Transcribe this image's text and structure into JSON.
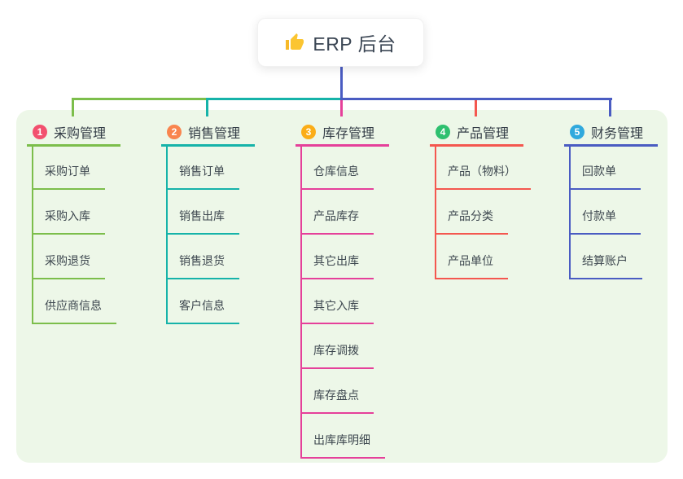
{
  "root": {
    "title": "ERP 后台",
    "icon": "thumbs-up-icon",
    "stem_color": "#4a5cc2"
  },
  "canvas": {
    "background": "#ffffff",
    "panel_color": "#edf7e8"
  },
  "branches": [
    {
      "num": "1",
      "title": "采购管理",
      "badge_color": "#f2506e",
      "line_color": "#7cbe4b",
      "children": [
        "采购订单",
        "采购入库",
        "采购退货",
        "供应商信息"
      ]
    },
    {
      "num": "2",
      "title": "销售管理",
      "badge_color": "#f9854e",
      "line_color": "#16b3a9",
      "children": [
        "销售订单",
        "销售出库",
        "销售退货",
        "客户信息"
      ]
    },
    {
      "num": "3",
      "title": "库存管理",
      "badge_color": "#fbad18",
      "line_color": "#e5409a",
      "children": [
        "仓库信息",
        "产品库存",
        "其它出库",
        "其它入库",
        "库存调拨",
        "库存盘点",
        "出库库明细"
      ]
    },
    {
      "num": "4",
      "title": "产品管理",
      "badge_color": "#2ec06f",
      "line_color": "#f4574f",
      "children": [
        "产品（物料）",
        "产品分类",
        "产品单位"
      ]
    },
    {
      "num": "5",
      "title": "财务管理",
      "badge_color": "#30a9dd",
      "line_color": "#4a5cc2",
      "children": [
        "回款单",
        "付款单",
        "结算账户"
      ]
    }
  ]
}
